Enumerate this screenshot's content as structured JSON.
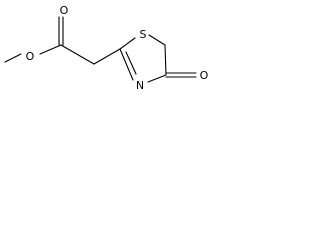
{
  "molecule": {
    "atoms": {
      "ester_carbonyl_oxygen": "O",
      "ester_ether_oxygen": "O",
      "ring_sulfur": "S",
      "ring_nitrogen": "N",
      "ketone_oxygen": "O"
    },
    "bond_color": "#000000",
    "background_color": "#ffffff"
  }
}
